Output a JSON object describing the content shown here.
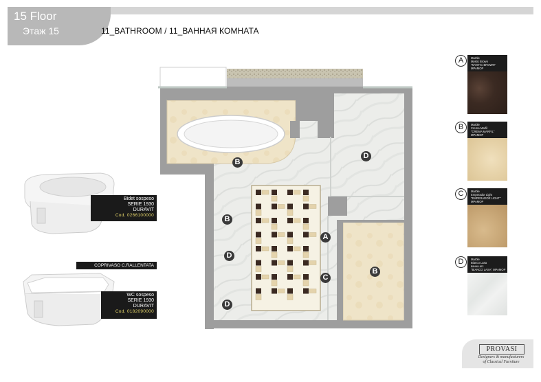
{
  "header": {
    "floor_title": "15 Floor",
    "floor_subtitle": "Этаж 15",
    "page_title": "11_BATHROOM / 11_ВАННАЯ КОМНАТА"
  },
  "plan_markers": [
    {
      "label": "B"
    },
    {
      "label": "D"
    },
    {
      "label": "B"
    },
    {
      "label": "A"
    },
    {
      "label": "D"
    },
    {
      "label": "C"
    },
    {
      "label": "B"
    },
    {
      "label": "D"
    }
  ],
  "materials": [
    {
      "letter": "A",
      "lines": [
        "Marble",
        "Mystic Brown",
        "\"MYSTIC BROWN\"",
        "МРАМОР"
      ],
      "color": "#3b2a22"
    },
    {
      "letter": "B",
      "lines": [
        "Marble",
        "Crema Marfil",
        "\"CREMA MARFIL\"",
        "МРАМОР"
      ],
      "color": "#e6d2a8"
    },
    {
      "letter": "C",
      "lines": [
        "Marble",
        "Emperador Light",
        "\"EMPERADOR LIGHT\"",
        "МРАМОР"
      ],
      "color": "#c9a878"
    },
    {
      "letter": "D",
      "lines": [
        "Marble",
        "Bianco Lasa",
        "ванна агс",
        "\"BIANCO LASA\" МРАМОР"
      ],
      "color": "#eceeed"
    }
  ],
  "fixtures": {
    "bidet": {
      "line1": "Bidet sospeso",
      "line2": "SERIE 1930",
      "line3": "DURAVIT",
      "code": "Cod. 0266100000"
    },
    "seat": {
      "label": "COPRIVASO C.RALLENTATA"
    },
    "wc": {
      "line1": "WC sospeso",
      "line2": "SERIE 1930",
      "line3": "DURAVIT",
      "code": "Cod. 0182090000"
    }
  },
  "logo": {
    "name": "PROVASI",
    "tagline1": "Designers & manufacturers",
    "tagline2": "of Classical Furniture"
  },
  "colors": {
    "wall": "#9e9e9e",
    "crema": "#efe6cf",
    "marble_white": "#ededea",
    "marker": "#3a3a3a"
  }
}
